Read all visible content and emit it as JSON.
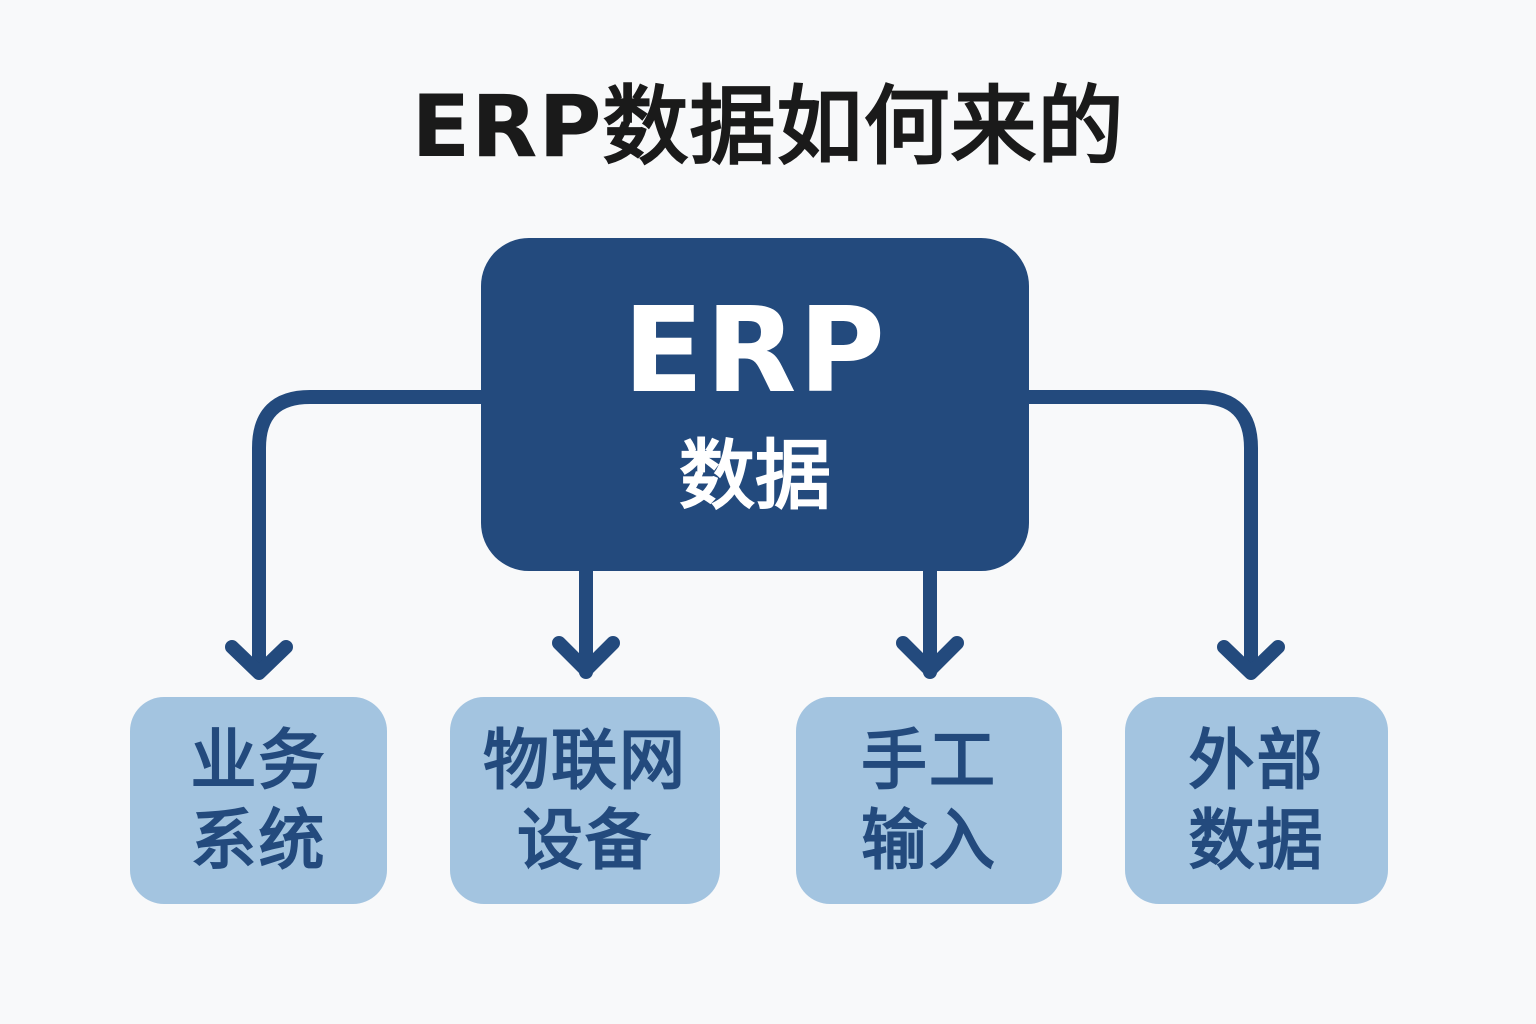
{
  "title": "ERP数据如何来的",
  "colors": {
    "background": "#f8f9fa",
    "primary": "#234a7d",
    "leaf_fill": "#a3c4e0",
    "title_text": "#1a1a1a"
  },
  "center_node": {
    "line1": "ERP",
    "line2": "数据"
  },
  "sources": [
    {
      "line1": "业务",
      "line2": "系统"
    },
    {
      "line1": "物联网",
      "line2": "设备"
    },
    {
      "line1": "手工",
      "line2": "输入"
    },
    {
      "line1": "外部",
      "line2": "数据"
    }
  ]
}
